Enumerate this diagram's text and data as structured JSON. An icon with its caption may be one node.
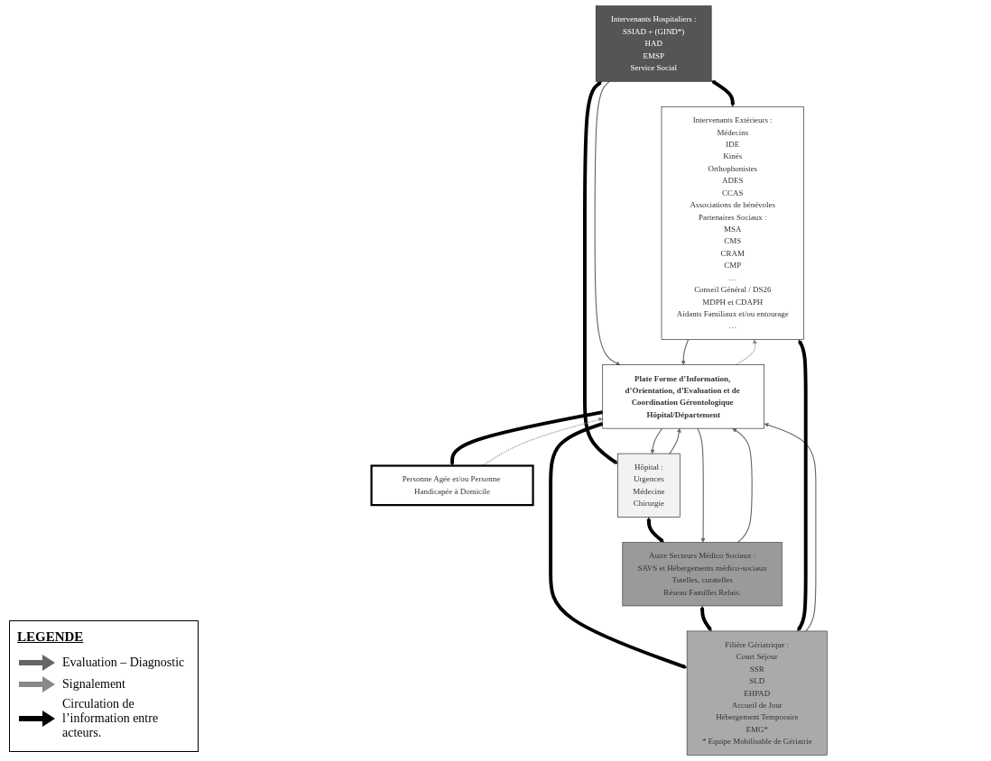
{
  "diagram": {
    "nodes": [
      {
        "text": [
          "Intervenants Hospitaliers :",
          "SSIAD + (GIND*)",
          "HAD",
          "EMSP",
          "Service Social"
        ]
      },
      {
        "text": [
          "Personne Agée et/ou Personne Handicapée à Domicile"
        ]
      },
      {
        "text": [
          "Hôpital :",
          "Urgences",
          "Médecine",
          "Chirurgie"
        ]
      },
      {
        "text": [
          "Plate Forme d’Information, d’Orientation, d’Evaluation et de Coordination Gérontologique Hôpital/Département"
        ]
      },
      {
        "text": [
          "Intervenants Extérieurs :",
          "Médecins",
          "IDE",
          "Kinés",
          "Orthophonistes",
          "ADES",
          "CCAS",
          "Associations de bénévoles",
          "Partenaires Sociaux :",
          "MSA",
          "CMS",
          "CRAM",
          "CMP",
          "…",
          "Conseil Général / DS26",
          "MDPH et CDAPH",
          "Aidants Familiaux et/ou entourage",
          "…"
        ]
      },
      {
        "text": [
          "Autre Secteurs Médico Sociaux :",
          "SAVS et Hébergements médico-sociaux",
          "Tutelles, curatelles",
          "Réseau Familles Relais."
        ]
      },
      {
        "text": [
          "Filière Gériatrique :",
          "Court Séjour",
          "SSR",
          "SLD",
          "EHPAD",
          "Accueil de Jour",
          "Hébergement Temporaire",
          "EMG*",
          "* Equipe Mobilisable de Gériatrie"
        ]
      }
    ],
    "edges": [
      {
        "from": 0,
        "to": 4,
        "arrow": "both",
        "style": "thick"
      },
      {
        "from": 0,
        "to": 3,
        "arrow": "to",
        "color": "#666666"
      },
      {
        "from": 0,
        "to": 2,
        "arrow": "both",
        "style": "thick"
      },
      {
        "from": 1,
        "to": 3,
        "arrow": "to",
        "style": "dashed",
        "color": "#888888"
      },
      {
        "from": 3,
        "to": 1,
        "arrow": "to",
        "style": "thick"
      },
      {
        "from": 2,
        "to": 3,
        "arrow": "to",
        "color": "#666666"
      },
      {
        "from": 3,
        "to": 2,
        "arrow": "to",
        "color": "#666666"
      },
      {
        "from": 4,
        "to": 3,
        "arrow": "to",
        "color": "#666666"
      },
      {
        "from": 3,
        "to": 4,
        "arrow": "to",
        "style": "dashed",
        "color": "#888888"
      },
      {
        "from": 2,
        "to": 5,
        "arrow": "both",
        "style": "thick"
      },
      {
        "from": 5,
        "to": 3,
        "arrow": "to",
        "color": "#666666"
      },
      {
        "from": 3,
        "to": 5,
        "arrow": "to",
        "color": "#666666"
      },
      {
        "from": 3,
        "to": 6,
        "arrow": "to",
        "style": "thick"
      },
      {
        "from": 6,
        "to": 3,
        "arrow": "to",
        "color": "#666666"
      },
      {
        "from": 5,
        "to": 6,
        "arrow": "both",
        "style": "thick"
      },
      {
        "from": 4,
        "to": 6,
        "arrow": "both",
        "style": "thick"
      }
    ],
    "labels": [
      "LEGENDE"
    ],
    "legend": [
      {
        "text": "Evaluation – Diagnostic"
      },
      {
        "text": "Signalement"
      },
      {
        "text": "Circulation de l’information entre acteurs."
      }
    ]
  }
}
